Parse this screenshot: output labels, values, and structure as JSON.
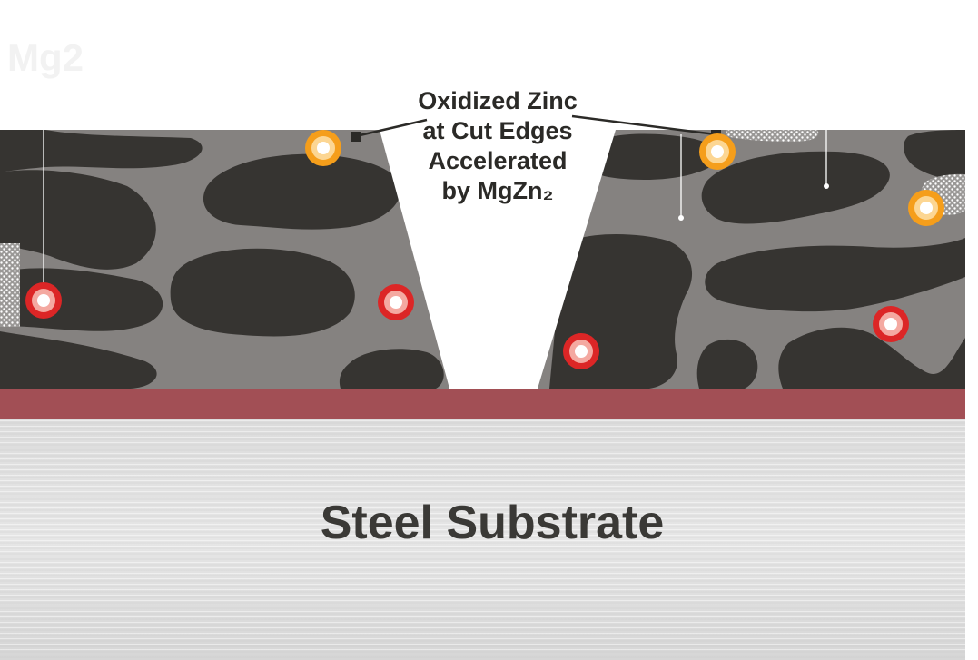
{
  "corner_label": "Mg2",
  "callout": {
    "lines": [
      "Oxidized Zinc",
      "at Cut Edges",
      "Accelerated",
      "by MgZn₂"
    ]
  },
  "substrate_label": "Steel Substrate",
  "colors": {
    "coating_matrix": "#858280",
    "dark_phase": "#363431",
    "interface_layer": "#a24f55",
    "steel_light": "#e4e4e4",
    "steel_dark": "#cfcfcf",
    "callout_text": "#2b2a27",
    "marker_red": "#dc2626",
    "marker_orange": "#f59e1b"
  }
}
